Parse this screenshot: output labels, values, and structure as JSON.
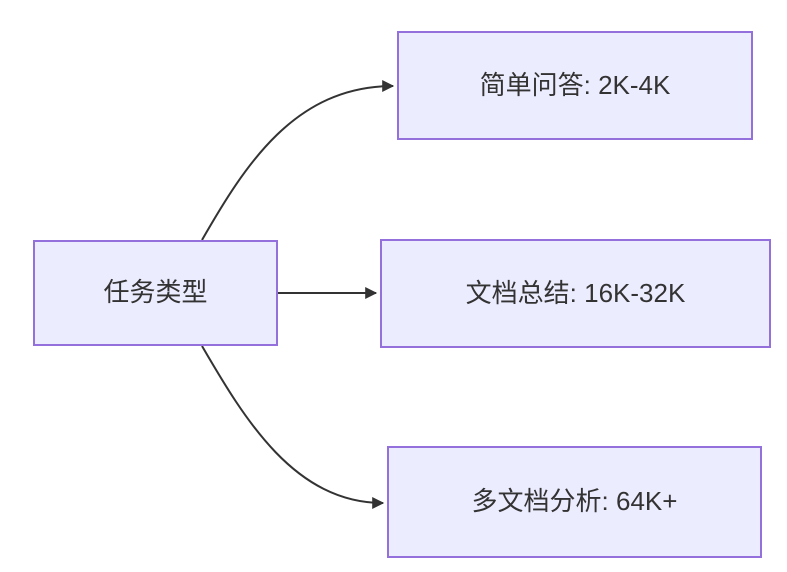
{
  "diagram": {
    "type": "flowchart",
    "background": "#ffffff",
    "colors": {
      "node_fill": "#ECECFF",
      "node_border": "#9370DB",
      "edge_line": "#333333",
      "label_text": "#333333"
    },
    "nodes": {
      "root": {
        "id": "task-type",
        "label": "任务类型"
      },
      "child1": {
        "id": "simple-qa",
        "label": "简单问答: 2K-4K"
      },
      "child2": {
        "id": "doc-summary",
        "label": "文档总结: 16K-32K"
      },
      "child3": {
        "id": "multi-doc-analysis",
        "label": "多文档分析: 64K+"
      }
    },
    "edges": [
      {
        "from": "task-type",
        "to": "simple-qa"
      },
      {
        "from": "task-type",
        "to": "doc-summary"
      },
      {
        "from": "task-type",
        "to": "multi-doc-analysis"
      }
    ]
  }
}
